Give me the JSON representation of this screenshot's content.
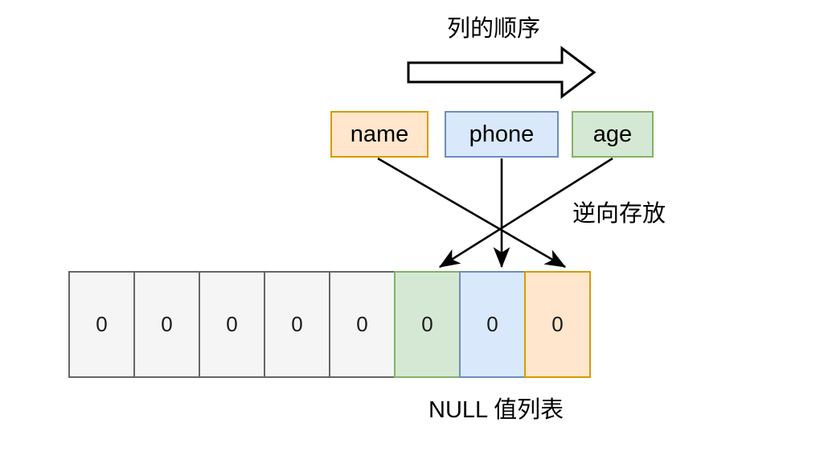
{
  "diagram": {
    "title_order": "列的顺序",
    "label_reverse": "逆向存放",
    "label_null_list": "NULL 值列表",
    "big_arrow": {
      "icon": "right-block-arrow-icon",
      "direction": "right"
    },
    "columns": [
      {
        "name": "name",
        "fill": "#ffe6cc",
        "stroke": "#d79b00"
      },
      {
        "name": "phone",
        "fill": "#dae8fc",
        "stroke": "#6c8ebf"
      },
      {
        "name": "age",
        "fill": "#d5e8d4",
        "stroke": "#82b366"
      }
    ],
    "null_list": {
      "cells": [
        {
          "value": "0",
          "color": "gray"
        },
        {
          "value": "0",
          "color": "gray"
        },
        {
          "value": "0",
          "color": "gray"
        },
        {
          "value": "0",
          "color": "gray"
        },
        {
          "value": "0",
          "color": "gray"
        },
        {
          "value": "0",
          "color": "green"
        },
        {
          "value": "0",
          "color": "blue"
        },
        {
          "value": "0",
          "color": "orange"
        }
      ]
    },
    "mappings": [
      {
        "from": "name",
        "to_cell_index": 7
      },
      {
        "from": "phone",
        "to_cell_index": 6
      },
      {
        "from": "age",
        "to_cell_index": 5
      }
    ]
  }
}
